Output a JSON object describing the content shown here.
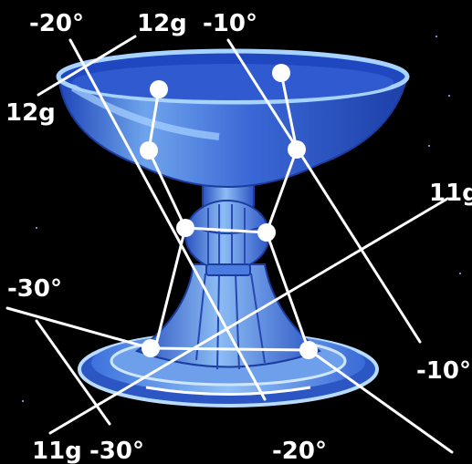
{
  "labels": {
    "top_left_angle": "-20°",
    "top_mid_weight": "12g",
    "top_right_angle": "-10°",
    "left_weight": "12g",
    "right_weight": "11g",
    "left_angle": "-30°",
    "right_angle": "-10°",
    "bottom_left_weight": "11g",
    "bottom_left_angle": "-30°",
    "bottom_mid_angle": "-20°"
  },
  "colors": {
    "background": "#000000",
    "line": "#ffffff",
    "bowl_dark": "#2a55c8",
    "bowl_light": "#9cc8f4",
    "stem": "#4a7be0",
    "base": "#5c90ee"
  }
}
